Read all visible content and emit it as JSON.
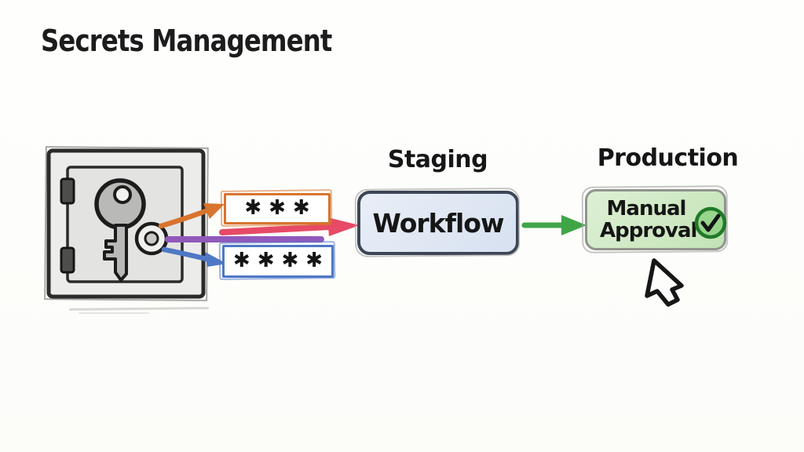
{
  "title": "Secrets Management",
  "labels": {
    "staging": "Staging",
    "production": "Production",
    "workflow": "Workflow",
    "manual_approval": "Manual Approval"
  },
  "secrets": {
    "secret1": "✱✱✱",
    "secret2": "✱✱✱✱"
  },
  "icons": {
    "vault": "vault-with-key-icon",
    "check": "check-icon",
    "cursor": "cursor-icon"
  },
  "colors": {
    "paper": "#fdfdfb",
    "title_ink": "#1c1c1c",
    "ink": "#161616",
    "orange": "#d8742e",
    "pink": "#e64a66",
    "purple": "#9059bb",
    "blue": "#4e78c6",
    "green": "#3fa547",
    "workflow_fill": "#dfe7f3",
    "workflow_border": "#3d4656",
    "approval_fill": "#cfe9c4",
    "approval_border": "#90948d",
    "check_fill": "#97d48c",
    "check_ring": "#1f7a27",
    "secret1_border": "#d8742e",
    "secret2_border": "#4e78c6"
  }
}
